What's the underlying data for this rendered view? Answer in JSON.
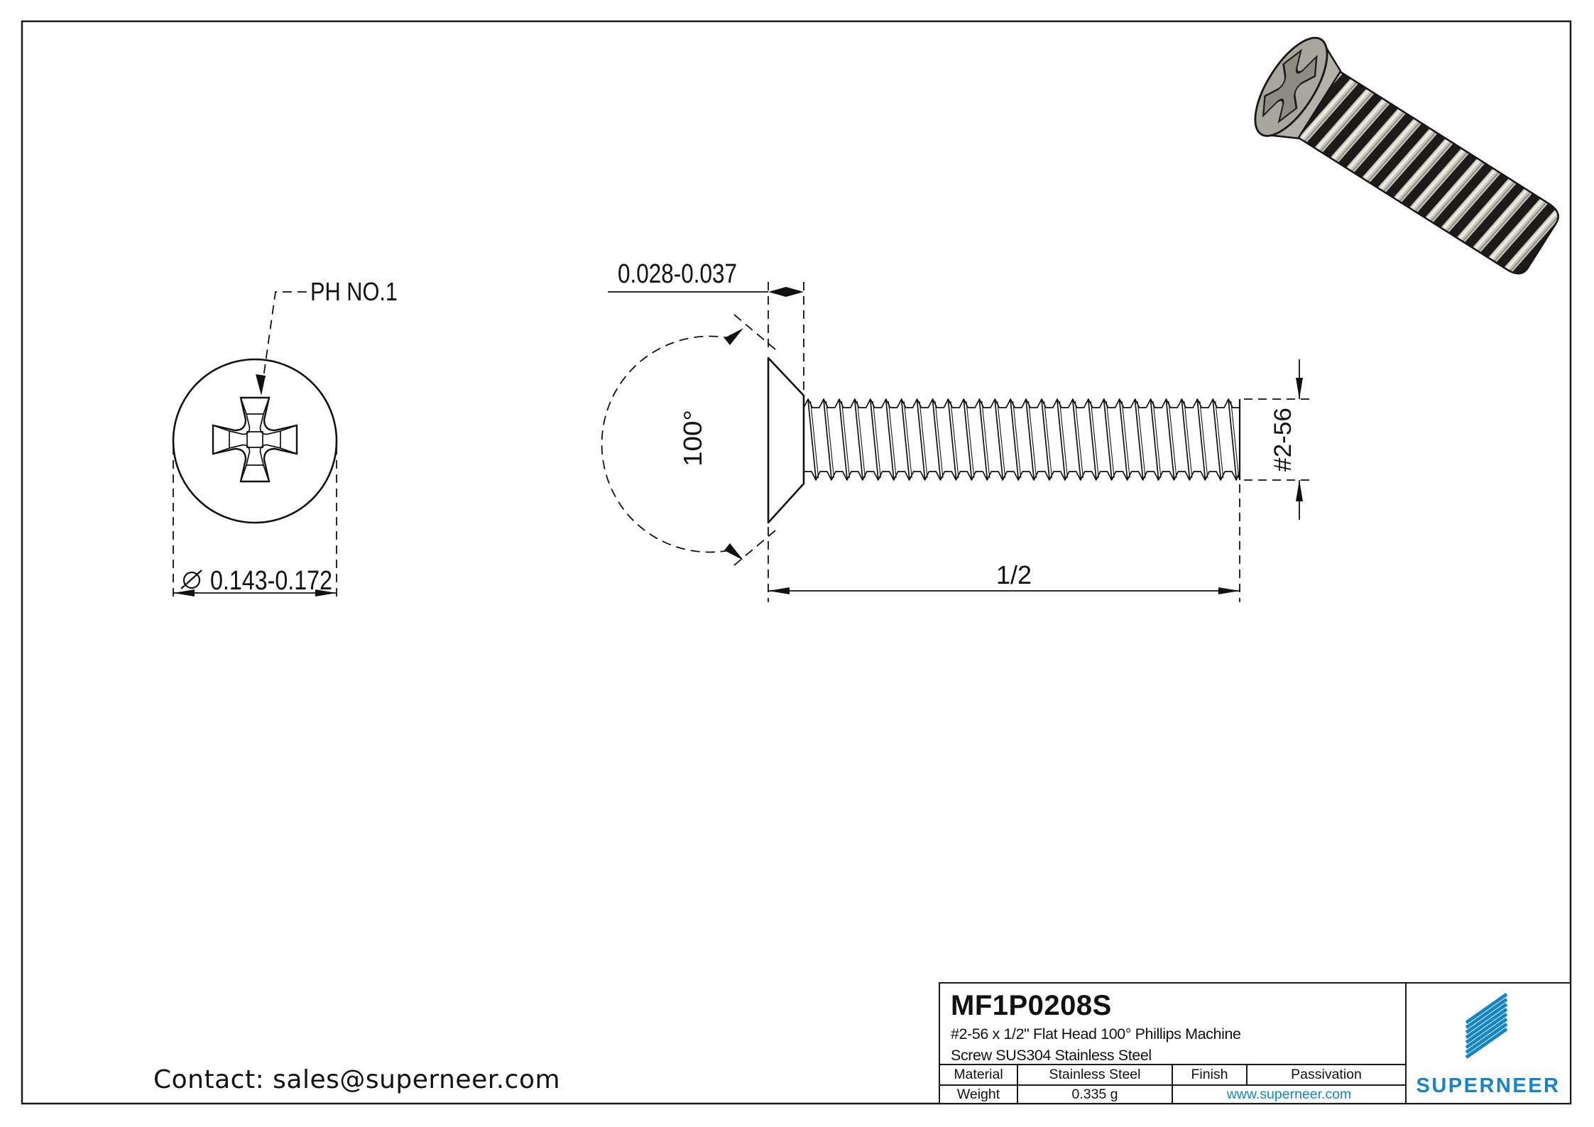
{
  "drawing": {
    "front_view": {
      "recess_label": "PH NO.1",
      "diameter_dim": "0.143-0.172"
    },
    "side_view": {
      "head_height_dim": "0.028-0.037",
      "head_angle_dim": "100°",
      "thread_size_dim": "#2-56",
      "length_dim": "1/2"
    }
  },
  "title_block": {
    "part_number": "MF1P0208S",
    "description_line1": "#2-56 x 1/2\" Flat Head 100° Phillips Machine",
    "description_line2": "Screw SUS304 Stainless Steel",
    "fields": [
      {
        "label": "Material",
        "value": "Stainless Steel"
      },
      {
        "label": "Finish",
        "value": "Passivation"
      },
      {
        "label": "Weight",
        "value": "0.335 g"
      }
    ],
    "website": "www.superneer.com",
    "brand": "SUPERNEER",
    "accent_color": "#1585c5"
  },
  "contact": {
    "text": "Contact: sales@superneer.com"
  },
  "colors": {
    "line": "#1a1a1a",
    "steel_face": "#a9a69d",
    "steel_cone": "#b4b1a8",
    "thread_dark": "#1c1b19",
    "thread_light": "#c7c4bc"
  }
}
